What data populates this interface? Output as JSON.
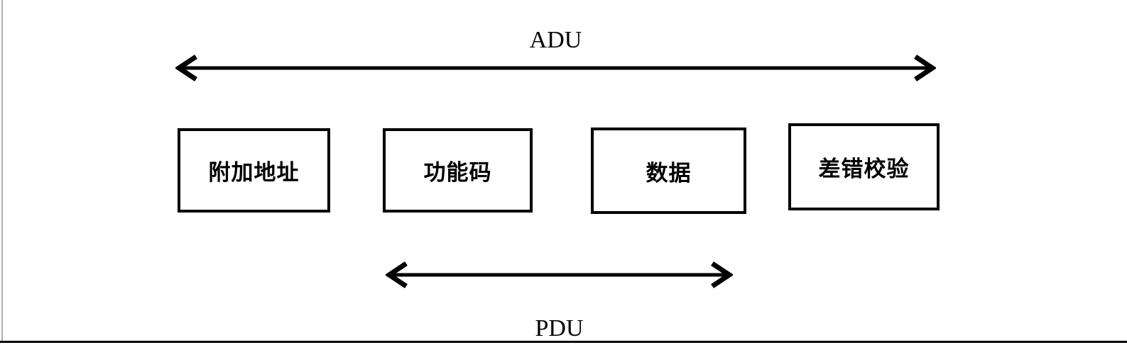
{
  "diagram": {
    "adu_label": "ADU",
    "pdu_label": "PDU",
    "boxes": [
      {
        "label": "附加地址"
      },
      {
        "label": "功能码"
      },
      {
        "label": "数据"
      },
      {
        "label": "差错校验"
      }
    ],
    "colors": {
      "line": "#000000",
      "page_edge": "#b0b0b0",
      "background": "#ffffff"
    }
  }
}
